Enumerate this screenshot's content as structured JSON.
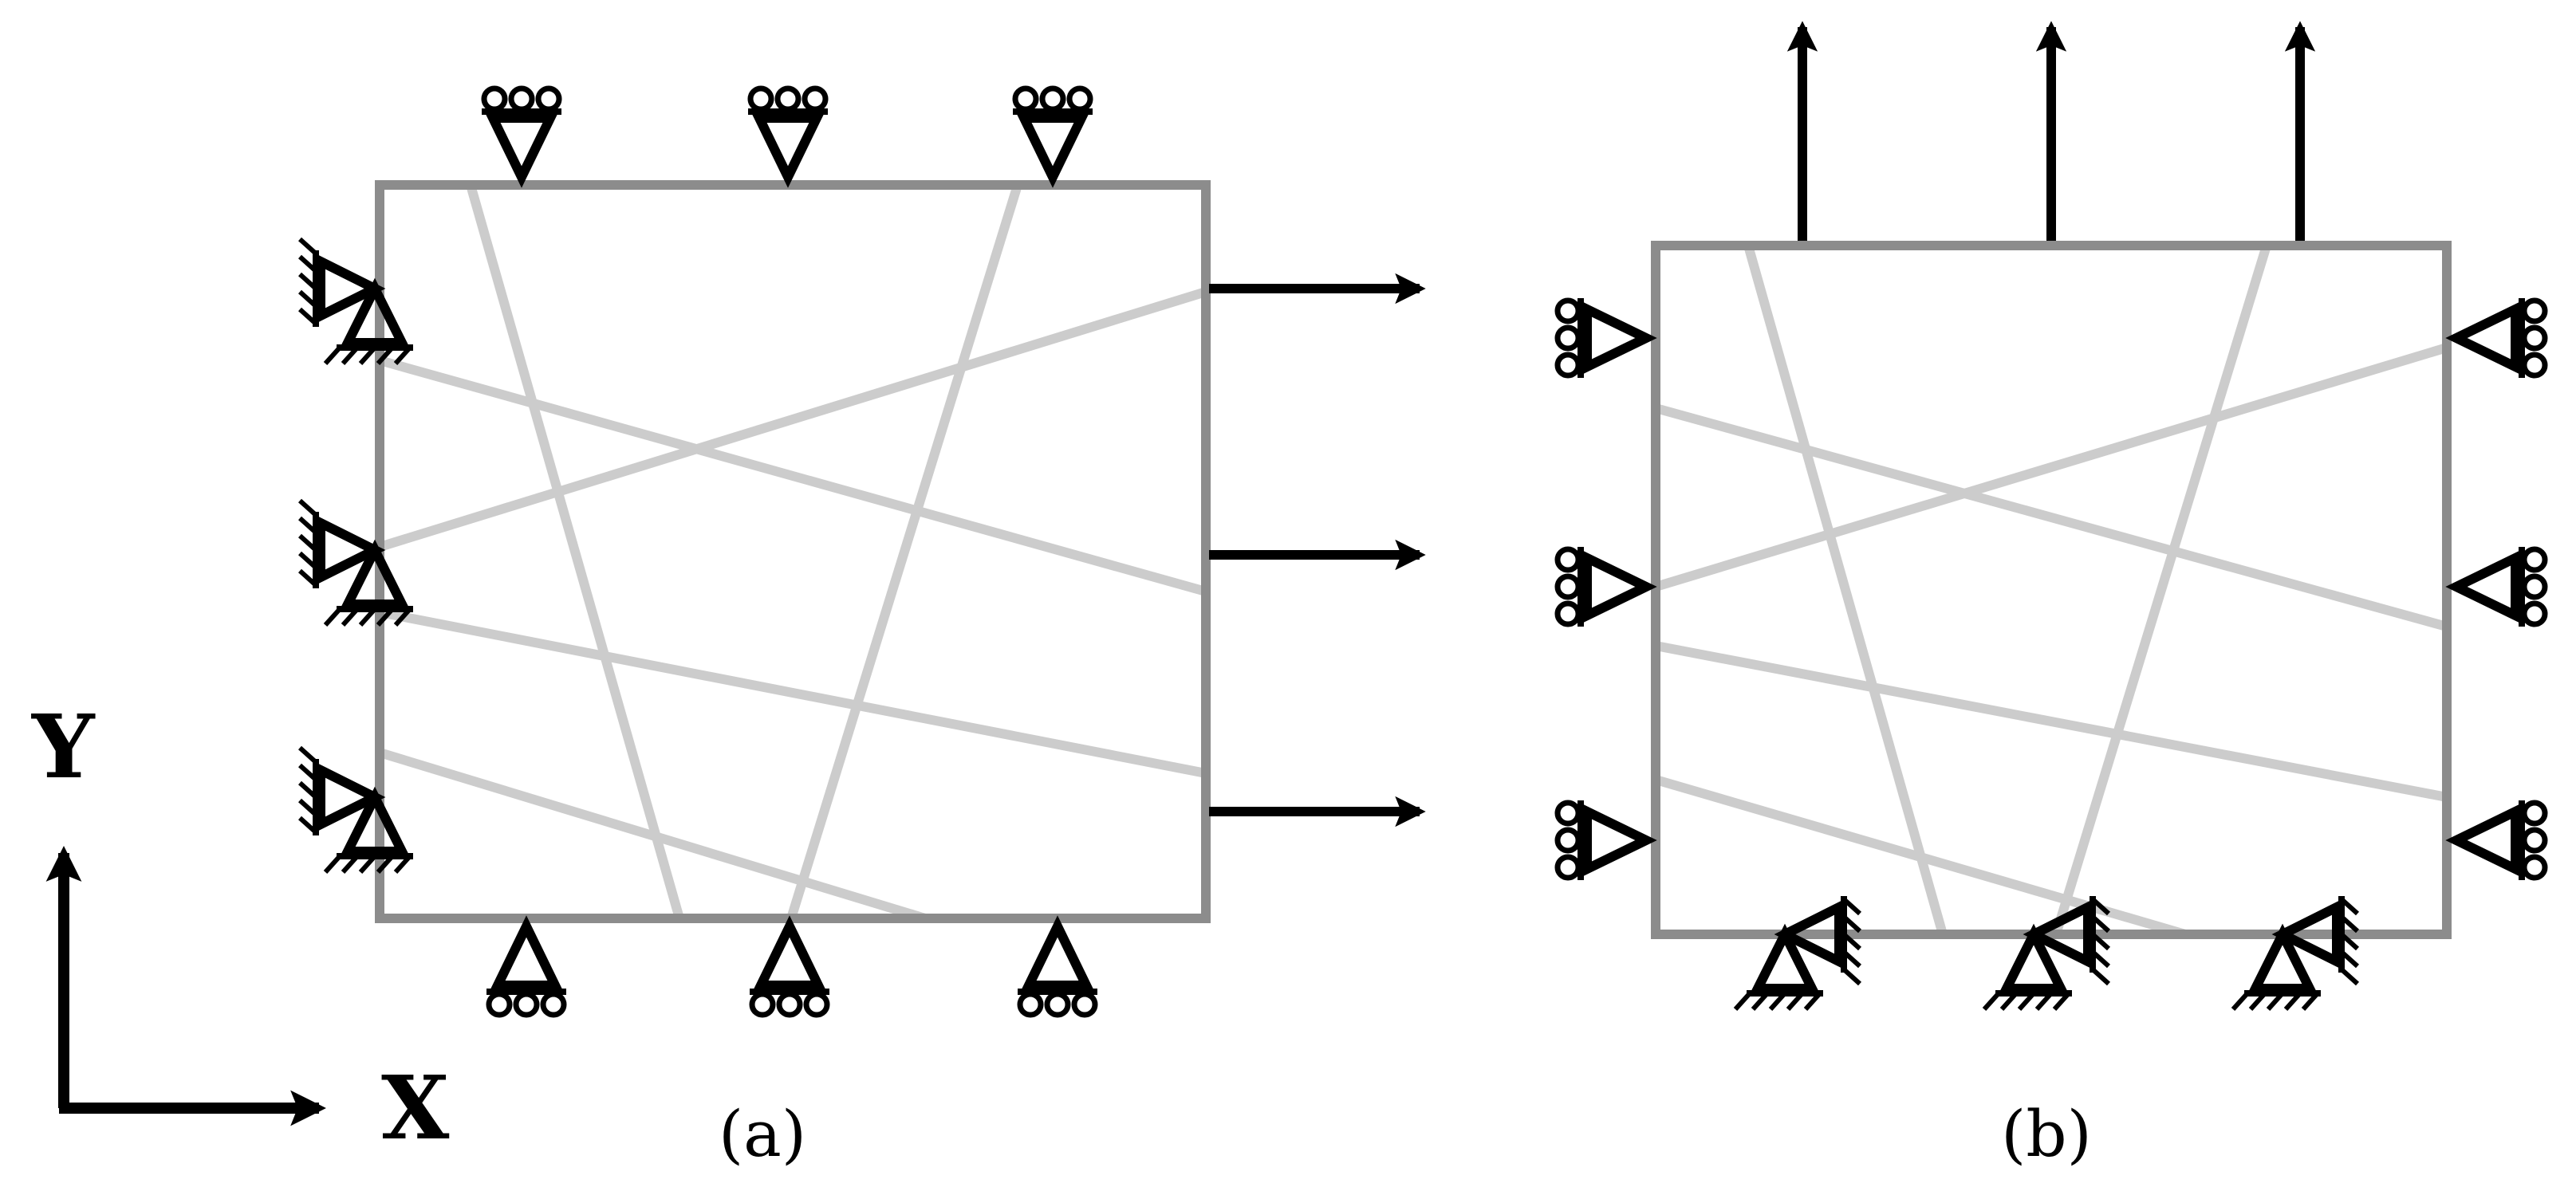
{
  "axes": {
    "y_label": "Y",
    "x_label": "X"
  },
  "panels": [
    {
      "id": "a",
      "caption": "(a)"
    },
    {
      "id": "b",
      "caption": "(b)"
    }
  ],
  "colors": {
    "frame": "#8c8c8c",
    "fiber": "#cccccc",
    "symbol": "#000000"
  }
}
